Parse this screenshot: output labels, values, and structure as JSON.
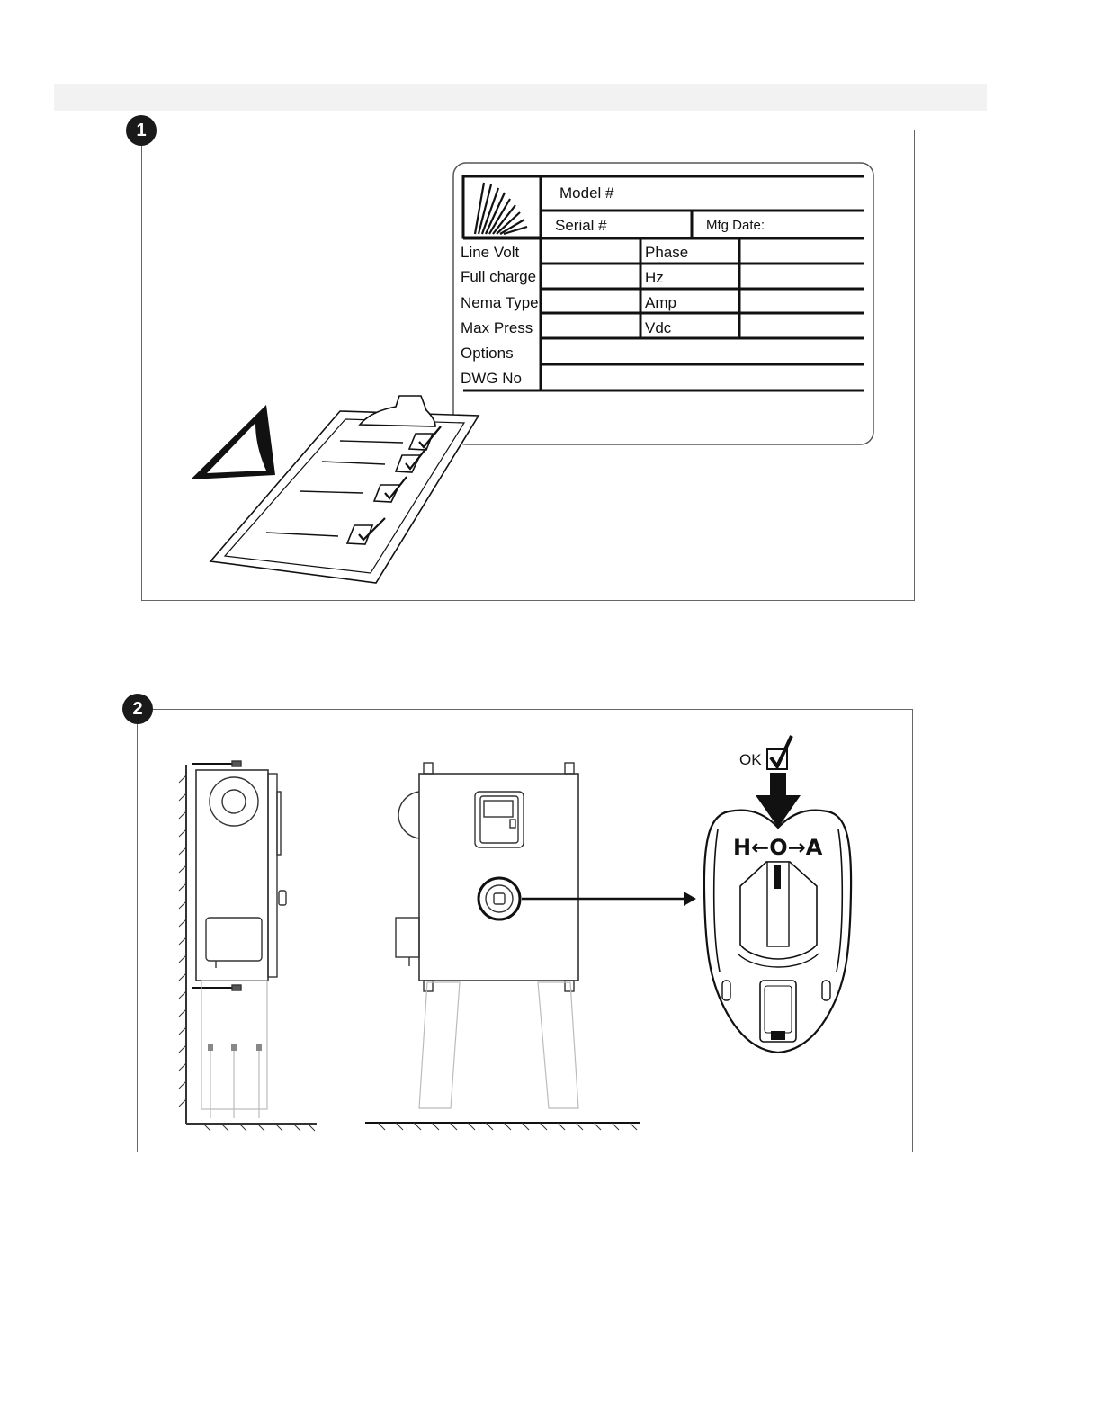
{
  "steps": {
    "step1": "1",
    "step2": "2"
  },
  "nameplate": {
    "model": "Model #",
    "serial": "Serial #",
    "mfg_date": "Mfg Date:",
    "left_labels": [
      "Line Volt",
      "Full charge",
      "Nema Type",
      "Max Press",
      "Options",
      "DWG No"
    ],
    "right_labels": [
      "Phase",
      "Hz",
      "Amp",
      "Vdc"
    ]
  },
  "hoa_switch": {
    "ok_label": "OK",
    "mode_label": "H←O→A"
  }
}
